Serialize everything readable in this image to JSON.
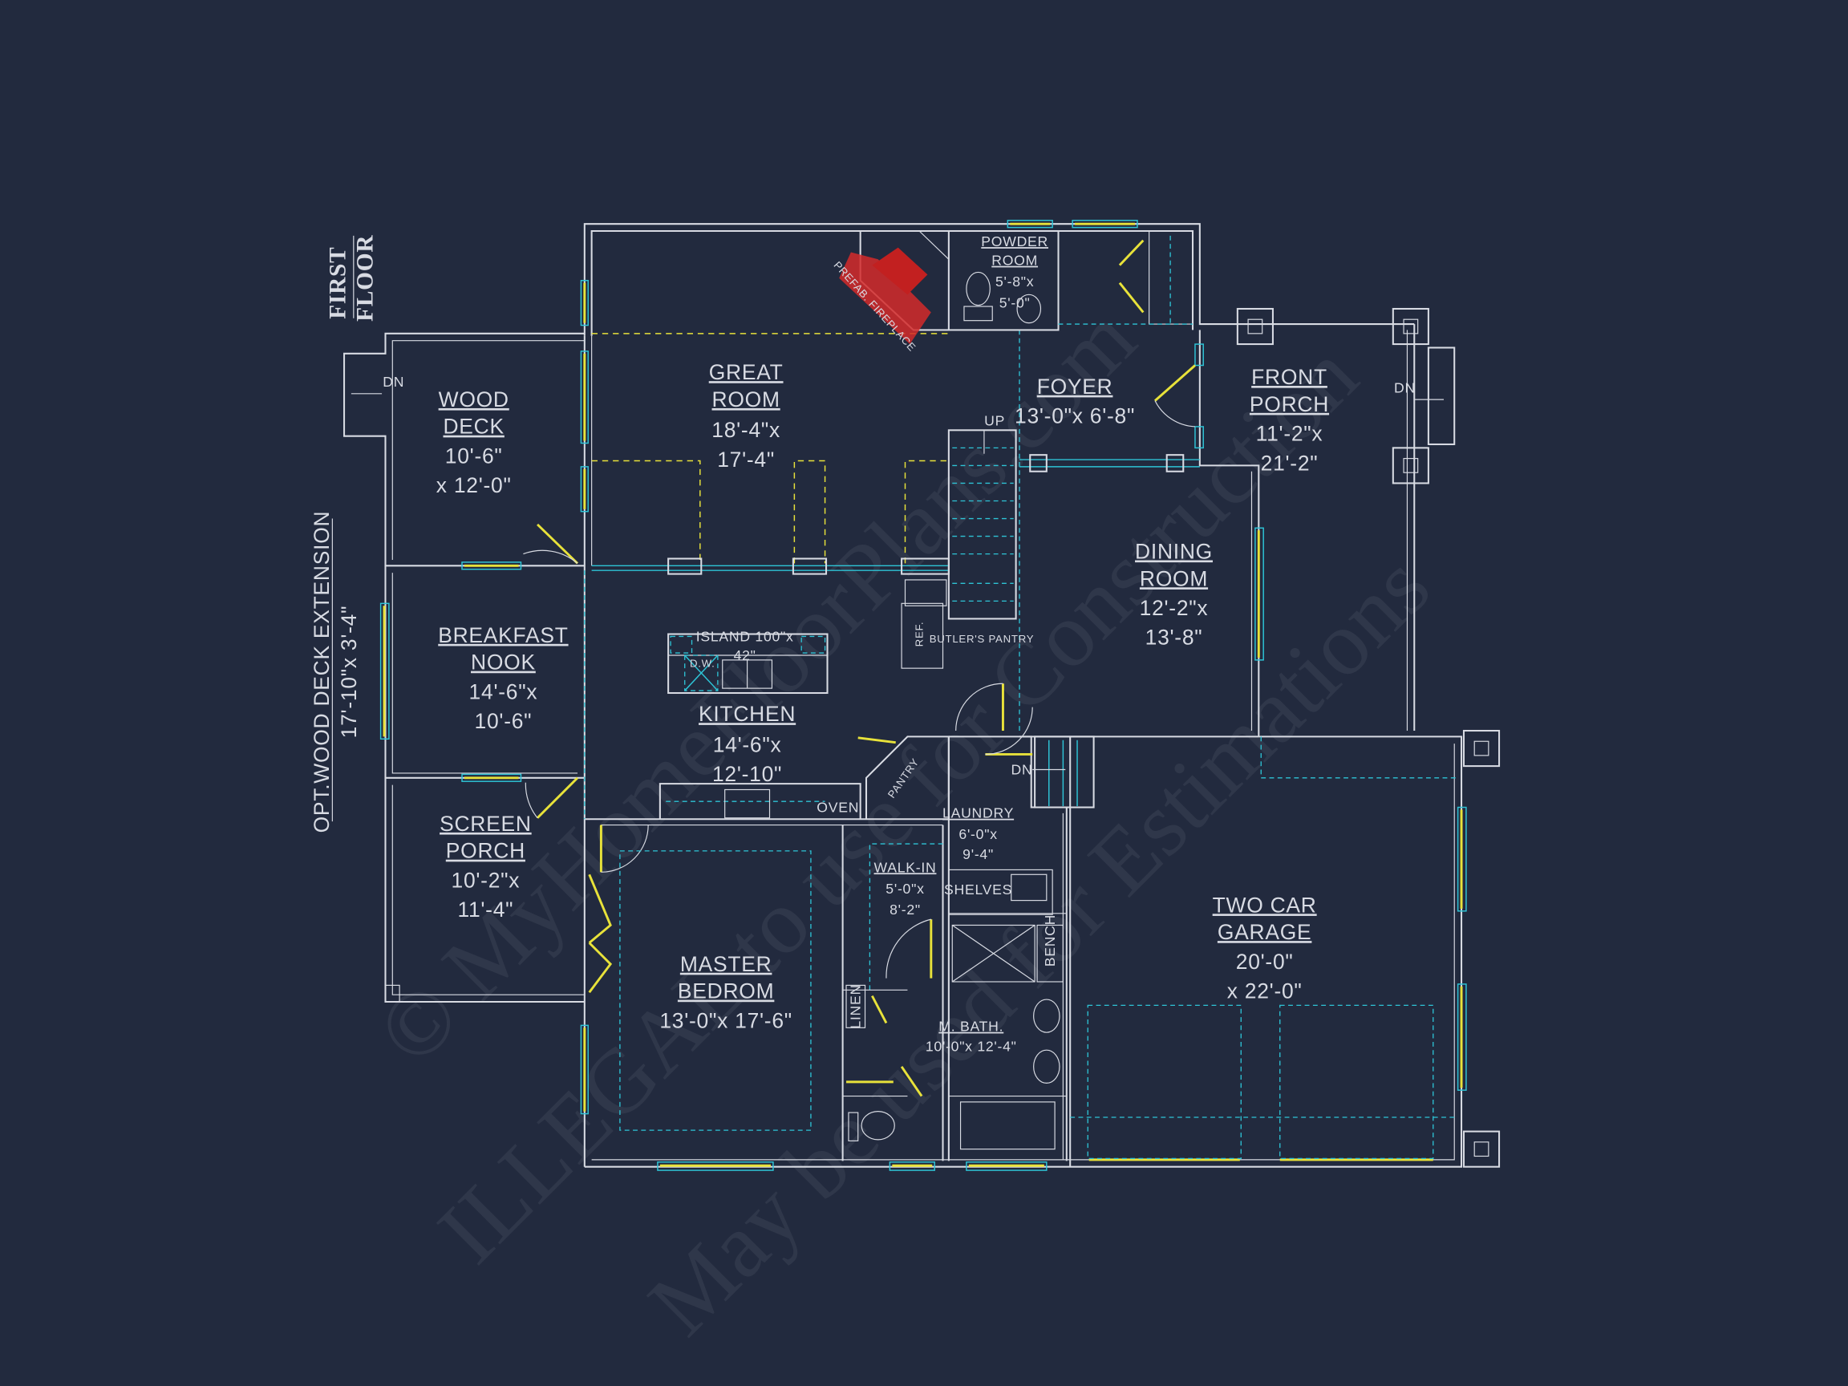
{
  "title": {
    "line1": "FIRST",
    "line2": "FLOOR"
  },
  "extension": {
    "label": "OPT.WOOD DECK EXTENSION",
    "size": "17'-10\"x 3'-4\""
  },
  "rooms": {
    "wood_deck": {
      "name1": "WOOD",
      "name2": "DECK",
      "dim1": "10'-6\"",
      "dim2": "x 12'-0\""
    },
    "great_room": {
      "name1": "GREAT",
      "name2": "ROOM",
      "dim1": "18'-4\"x",
      "dim2": "17'-4\""
    },
    "powder_room": {
      "name1": "POWDER",
      "name2": "ROOM",
      "dim1": "5'-8\"x",
      "dim2": "5'-0\""
    },
    "foyer": {
      "name1": "FOYER",
      "dim1": "13'-0\"x 6'-8\""
    },
    "front_porch": {
      "name1": "FRONT",
      "name2": "PORCH",
      "dim1": "11'-2\"x",
      "dim2": "21'-2\""
    },
    "dining_room": {
      "name1": "DINING",
      "name2": "ROOM",
      "dim1": "12'-2\"x",
      "dim2": "13'-8\""
    },
    "breakfast_nook": {
      "name1": "BREAKFAST",
      "name2": "NOOK",
      "dim1": "14'-6\"x",
      "dim2": "10'-6\""
    },
    "kitchen": {
      "name1": "KITCHEN",
      "dim1": "14'-6\"x",
      "dim2": "12'-10\""
    },
    "screen_porch": {
      "name1": "SCREEN",
      "name2": "PORCH",
      "dim1": "10'-2\"x",
      "dim2": "11'-4\""
    },
    "master_bedroom": {
      "name1": "MASTER",
      "name2": "BEDROM",
      "dim1": "13'-0\"x 17'-6\""
    },
    "walk_in": {
      "name1": "WALK-IN",
      "dim1": "5'-0\"x",
      "dim2": "8'-2\""
    },
    "laundry": {
      "name1": "LAUNDRY",
      "dim1": "6'-0\"x",
      "dim2": "9'-4\""
    },
    "master_bath": {
      "name1": "M. BATH.",
      "dim1": "10'-0\"x 12'-4\""
    },
    "garage": {
      "name1": "TWO CAR",
      "name2": "GARAGE",
      "dim1": "20'-0\"",
      "dim2": "x 22'-0\""
    }
  },
  "fixtures": {
    "fireplace": "PREFAB. FIREPLACE",
    "island1": "ISLAND 100\"x",
    "island2": "42\"",
    "dw": "D.W.",
    "oven": "OVEN",
    "pantry": "PANTRY",
    "ref": "REF.",
    "butlers_pantry": "BUTLER'S PANTRY",
    "shelves": "SHELVES",
    "bench": "BENCH",
    "linen": "LINEN",
    "up": "UP",
    "dn_deck": "DN",
    "dn_porch": "DN",
    "dn_laundry": "DN"
  },
  "watermarks": [
    "© MyHomeFloorPlans.com",
    "ILLEGAL to use for Construction",
    "May be used for Estimations"
  ],
  "colors": {
    "background": "#222a3e",
    "wall": "#d8dbe3",
    "cyan": "#2ec4d6",
    "yellow": "#e8e23a",
    "fireplace": "#d42a2a"
  }
}
